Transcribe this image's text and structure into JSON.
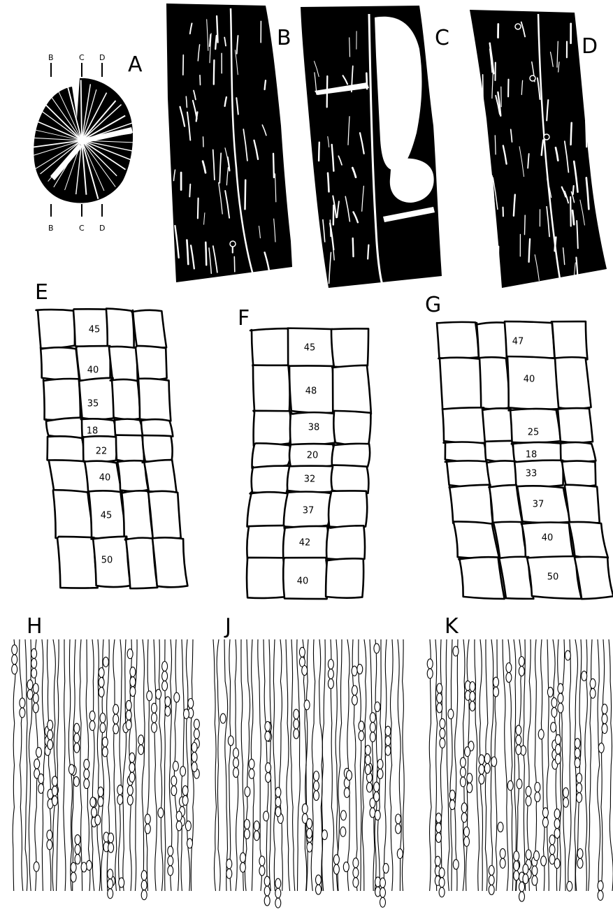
{
  "panels": {
    "A": {
      "letter": "A",
      "section_marks": [
        "B",
        "C",
        "D"
      ]
    },
    "B": {
      "letter": "B"
    },
    "C": {
      "letter": "C"
    },
    "D": {
      "letter": "D"
    },
    "E": {
      "letter": "E",
      "cells": [
        "45",
        "40",
        "35",
        "18",
        "22",
        "40",
        "45",
        "50"
      ]
    },
    "F": {
      "letter": "F",
      "cells": [
        "45",
        "48",
        "38",
        "20",
        "32",
        "37",
        "42",
        "40"
      ]
    },
    "G": {
      "letter": "G",
      "cells": [
        "47",
        "40",
        "25",
        "18",
        "33",
        "37",
        "40",
        "50"
      ]
    },
    "H": {
      "letter": "H"
    },
    "J": {
      "letter": "J"
    },
    "K": {
      "letter": "K"
    }
  },
  "colors": {
    "ink": "#000000",
    "paper": "#ffffff"
  }
}
